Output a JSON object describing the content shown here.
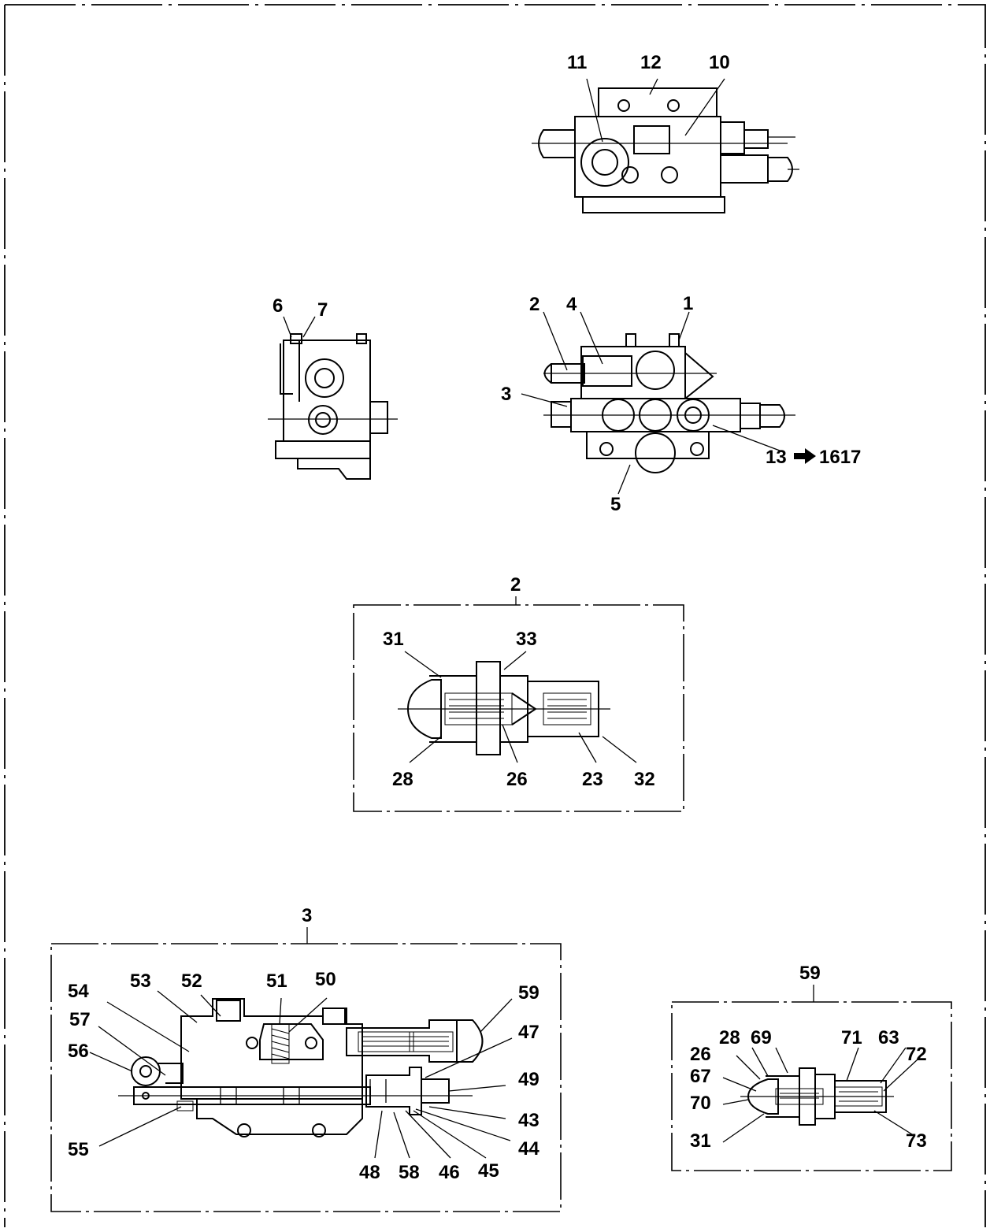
{
  "views": {
    "top": {
      "callouts": [
        "11",
        "12",
        "10"
      ]
    },
    "side": {
      "callouts": [
        "6",
        "7"
      ]
    },
    "front": {
      "callouts": [
        "2",
        "4",
        "1",
        "3",
        "13",
        "5"
      ],
      "reference": "1617"
    },
    "detail_2": {
      "title": "2",
      "callouts": [
        "31",
        "33",
        "28",
        "26",
        "23",
        "32"
      ]
    },
    "detail_3": {
      "title": "3",
      "callouts": [
        "54",
        "53",
        "52",
        "51",
        "50",
        "59",
        "57",
        "47",
        "56",
        "49",
        "55",
        "43",
        "44",
        "48",
        "58",
        "46",
        "45"
      ]
    },
    "detail_59": {
      "title": "59",
      "callouts": [
        "28",
        "69",
        "71",
        "63",
        "26",
        "72",
        "67",
        "70",
        "31",
        "73"
      ]
    }
  },
  "icons": {
    "reference_arrow": "arrow-right-icon"
  }
}
